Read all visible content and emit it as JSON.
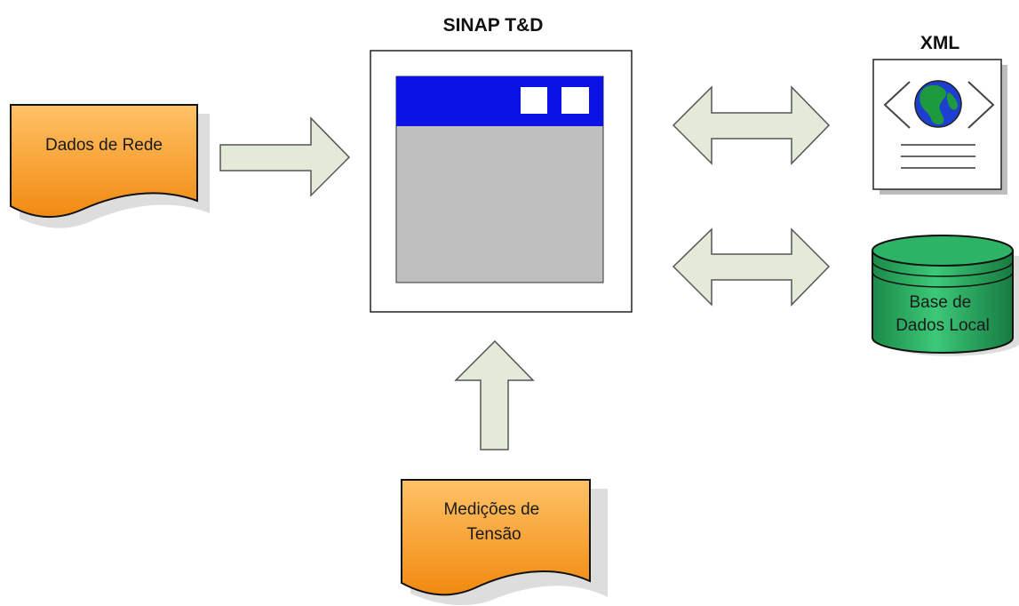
{
  "diagram": {
    "app_title": "SINAP T&D",
    "xml_label": "XML",
    "network_data_label": "Dados de Rede",
    "voltage_measurements_lines": [
      "Medições de",
      "Tensão"
    ],
    "local_db_lines": [
      "Base de",
      "Dados Local"
    ]
  },
  "colors": {
    "document_fill": "#f59a1e",
    "database_fill": "#1f9a52",
    "arrow_fill": "#e4ead8",
    "window_titlebar": "#0a12e6",
    "window_body": "#bfbfbf"
  },
  "icons": [
    "globe-icon",
    "document-icon",
    "database-icon",
    "application-window-icon"
  ]
}
